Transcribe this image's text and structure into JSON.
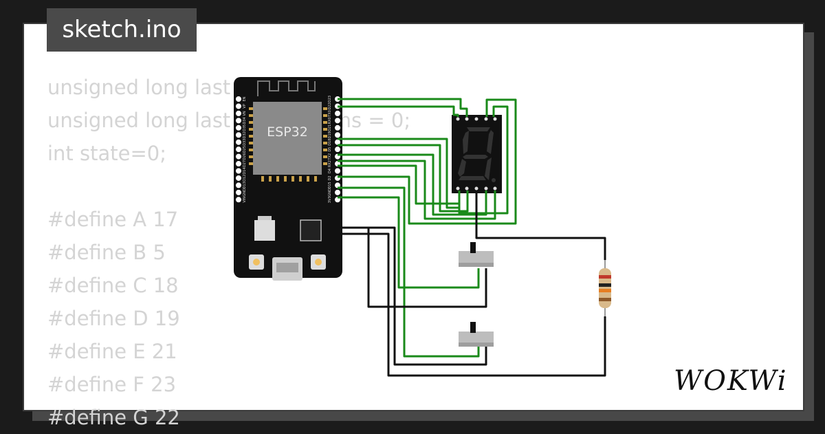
{
  "tab": {
    "filename": "sketch.ino"
  },
  "code_lines": [
    "unsigned long last",
    "unsigned long last                ms = 0;",
    "int state=0;",
    "",
    "#define A 17",
    "#define B 5",
    "#define C 18",
    "#define D 19",
    "#define E 21",
    "#define F 23",
    "#define G 22"
  ],
  "board": {
    "chip_label": "ESP32",
    "left_pins": [
      "EN",
      "VP",
      "VN",
      "D34",
      "D35",
      "D32",
      "D33",
      "D25",
      "D26",
      "D27",
      "D14",
      "D12",
      "D13",
      "GND",
      "VIN"
    ],
    "right_pins": [
      "D23",
      "D22",
      "TX0",
      "RX0",
      "D21",
      "D19",
      "D18",
      "D5",
      "TX2",
      "RX2",
      "D4",
      "D2",
      "D15",
      "GND",
      "3V3"
    ]
  },
  "colors": {
    "background": "#1b1b1b",
    "card": "#ffffff",
    "tab": "#4a4a4a",
    "wire_signal": "#1a8a1a",
    "wire_ground": "#111111",
    "board": "#111111",
    "chip": "#888888",
    "code_text": "#d4d4d4"
  },
  "brand": {
    "logo_text": "WOKWi"
  }
}
